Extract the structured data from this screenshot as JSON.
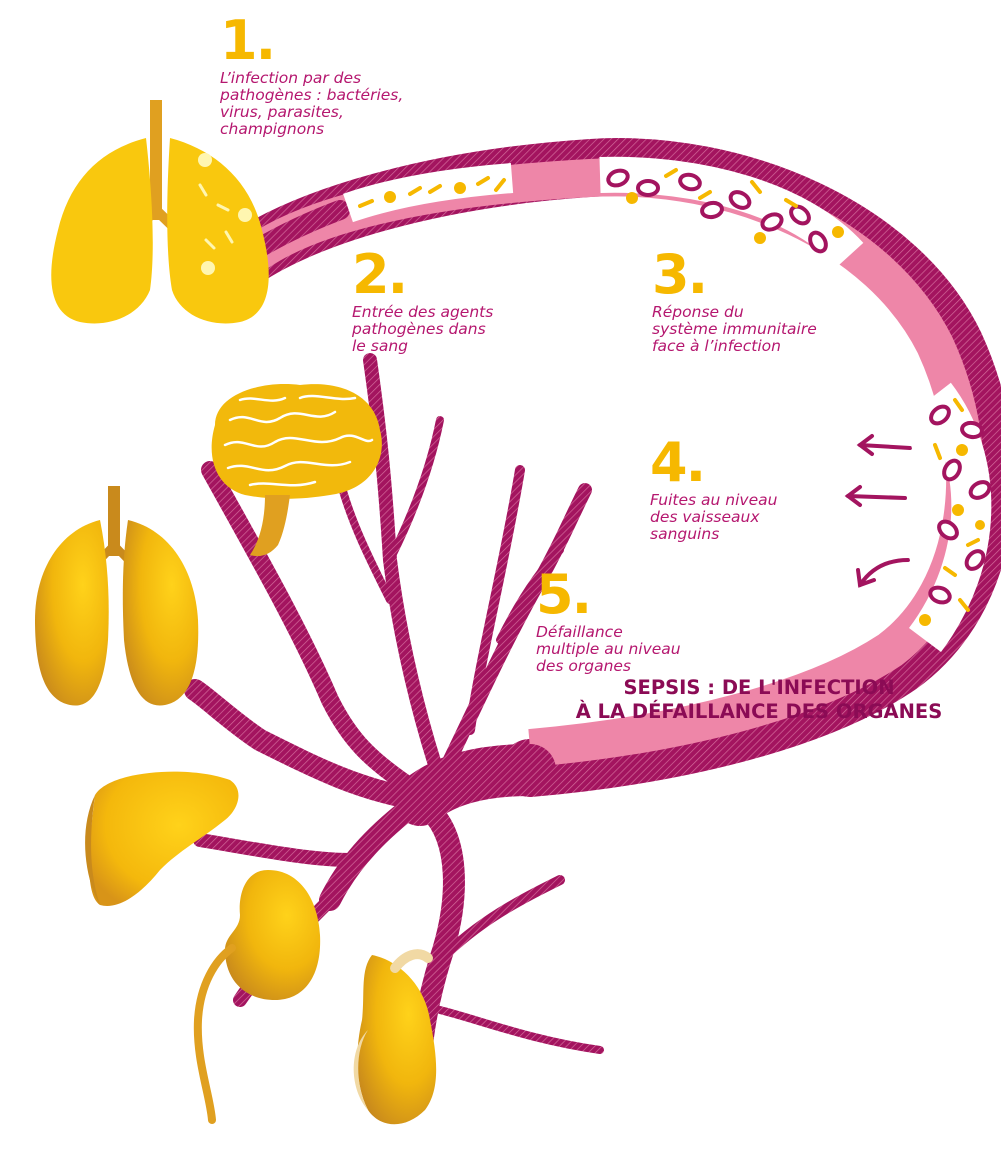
{
  "title": {
    "line1": "SEPSIS : DE L'INFECTION",
    "line2": "À LA DÉFAILLANCE DES ORGANES"
  },
  "steps": [
    {
      "number": "1.",
      "text": "L’infection par des\npathogènes : bactéries,\nvirus, parasites,\nchampignons"
    },
    {
      "number": "2.",
      "text": "Entrée des agents\npathogènes dans\nle sang"
    },
    {
      "number": "3.",
      "text": "Réponse du\nsystème immunitaire\nface à l’infection"
    },
    {
      "number": "4.",
      "text": "Fuites au niveau\ndes vaisseaux\nsanguins"
    },
    {
      "number": "5.",
      "text": "Défaillance\nmultiple au niveau\ndes organes"
    }
  ],
  "colors": {
    "vessel": "#a3145f",
    "vessel_light": "#ee86a8",
    "organ_yellow": "#f9c80e",
    "organ_dark": "#e0a020",
    "number_yellow": "#f6b800",
    "text_magenta": "#b5176f",
    "title": "#8b0b55"
  },
  "icons": [
    "lungs-icon",
    "brain-icon",
    "liver-icon",
    "kidney-icon",
    "stomach-icon",
    "bacteria-icon",
    "virus-icon",
    "red-blood-cell-icon",
    "leak-arrow-icon"
  ]
}
